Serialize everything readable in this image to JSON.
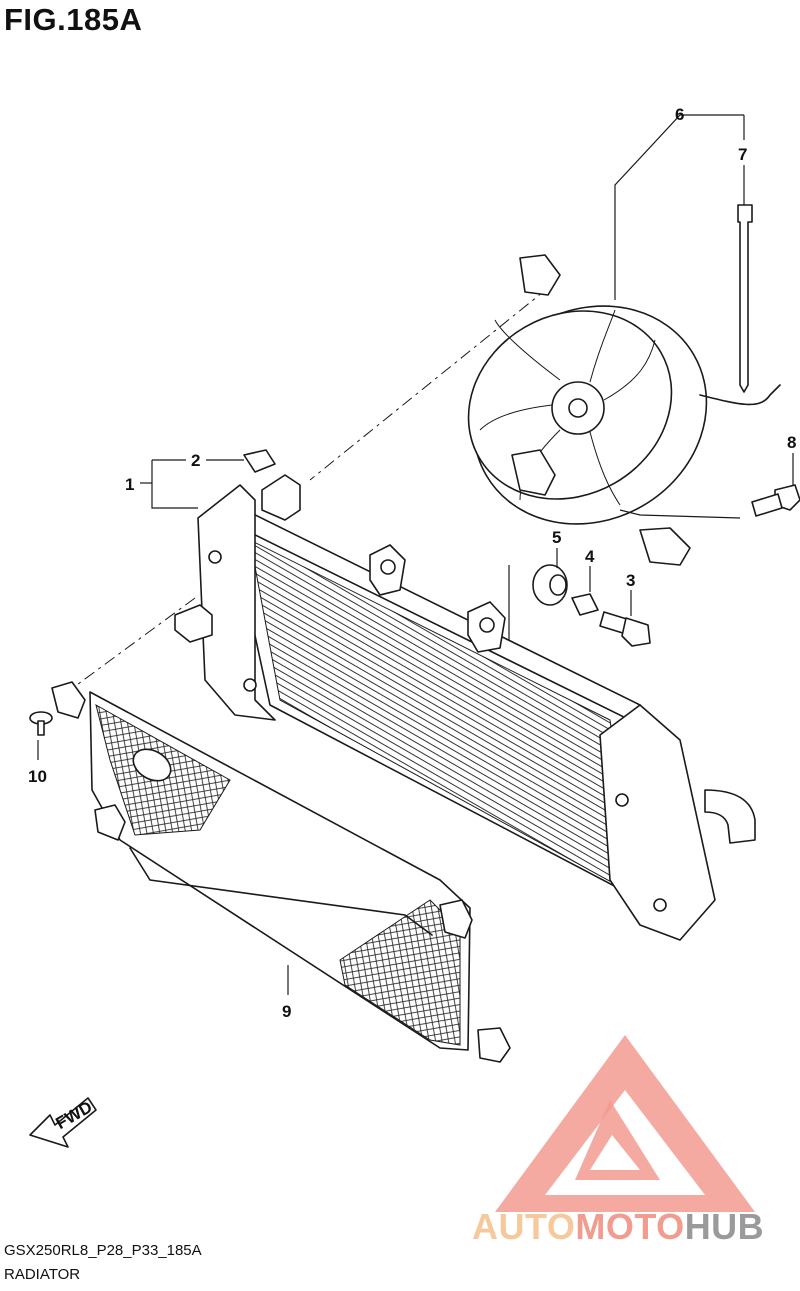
{
  "figure_title": "FIG.185A",
  "model_code": "GSX250RL8_P28_P33_185A",
  "caption": "RADIATOR",
  "fwd_label": "FWD",
  "brand": {
    "part1": "AUTO",
    "part2": "MOTO",
    "part3": "HUB",
    "color1": "#f5c99c",
    "color2": "#f29b8f",
    "color3": "#9a9a9a"
  },
  "callouts": {
    "c1": "1",
    "c2": "2",
    "c3": "3",
    "c4": "4",
    "c5": "5",
    "c6": "6",
    "c7": "7",
    "c8": "8",
    "c9": "9",
    "c10": "10"
  }
}
